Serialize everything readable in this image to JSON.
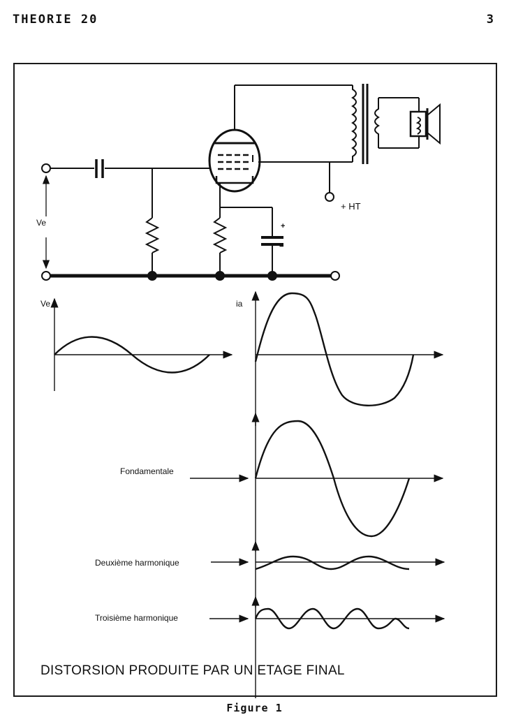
{
  "header": {
    "left": "THEORIE 20",
    "page_number": "3"
  },
  "circuit": {
    "input_label": "Ve",
    "supply_label": "+ HT",
    "capacitor_polarity_plus": "+",
    "capacitor_polarity_minus": "="
  },
  "graphs": {
    "ve_axis_label": "Ve",
    "ia_axis_label": "ia",
    "fundamental_label": "Fondamentale",
    "second_harmonic_label": "Deuxième harmonique",
    "third_harmonic_label": "Troisième harmonique"
  },
  "figure_title": "DISTORSION PRODUITE PAR UN ETAGE FINAL",
  "caption": "Figure 1"
}
